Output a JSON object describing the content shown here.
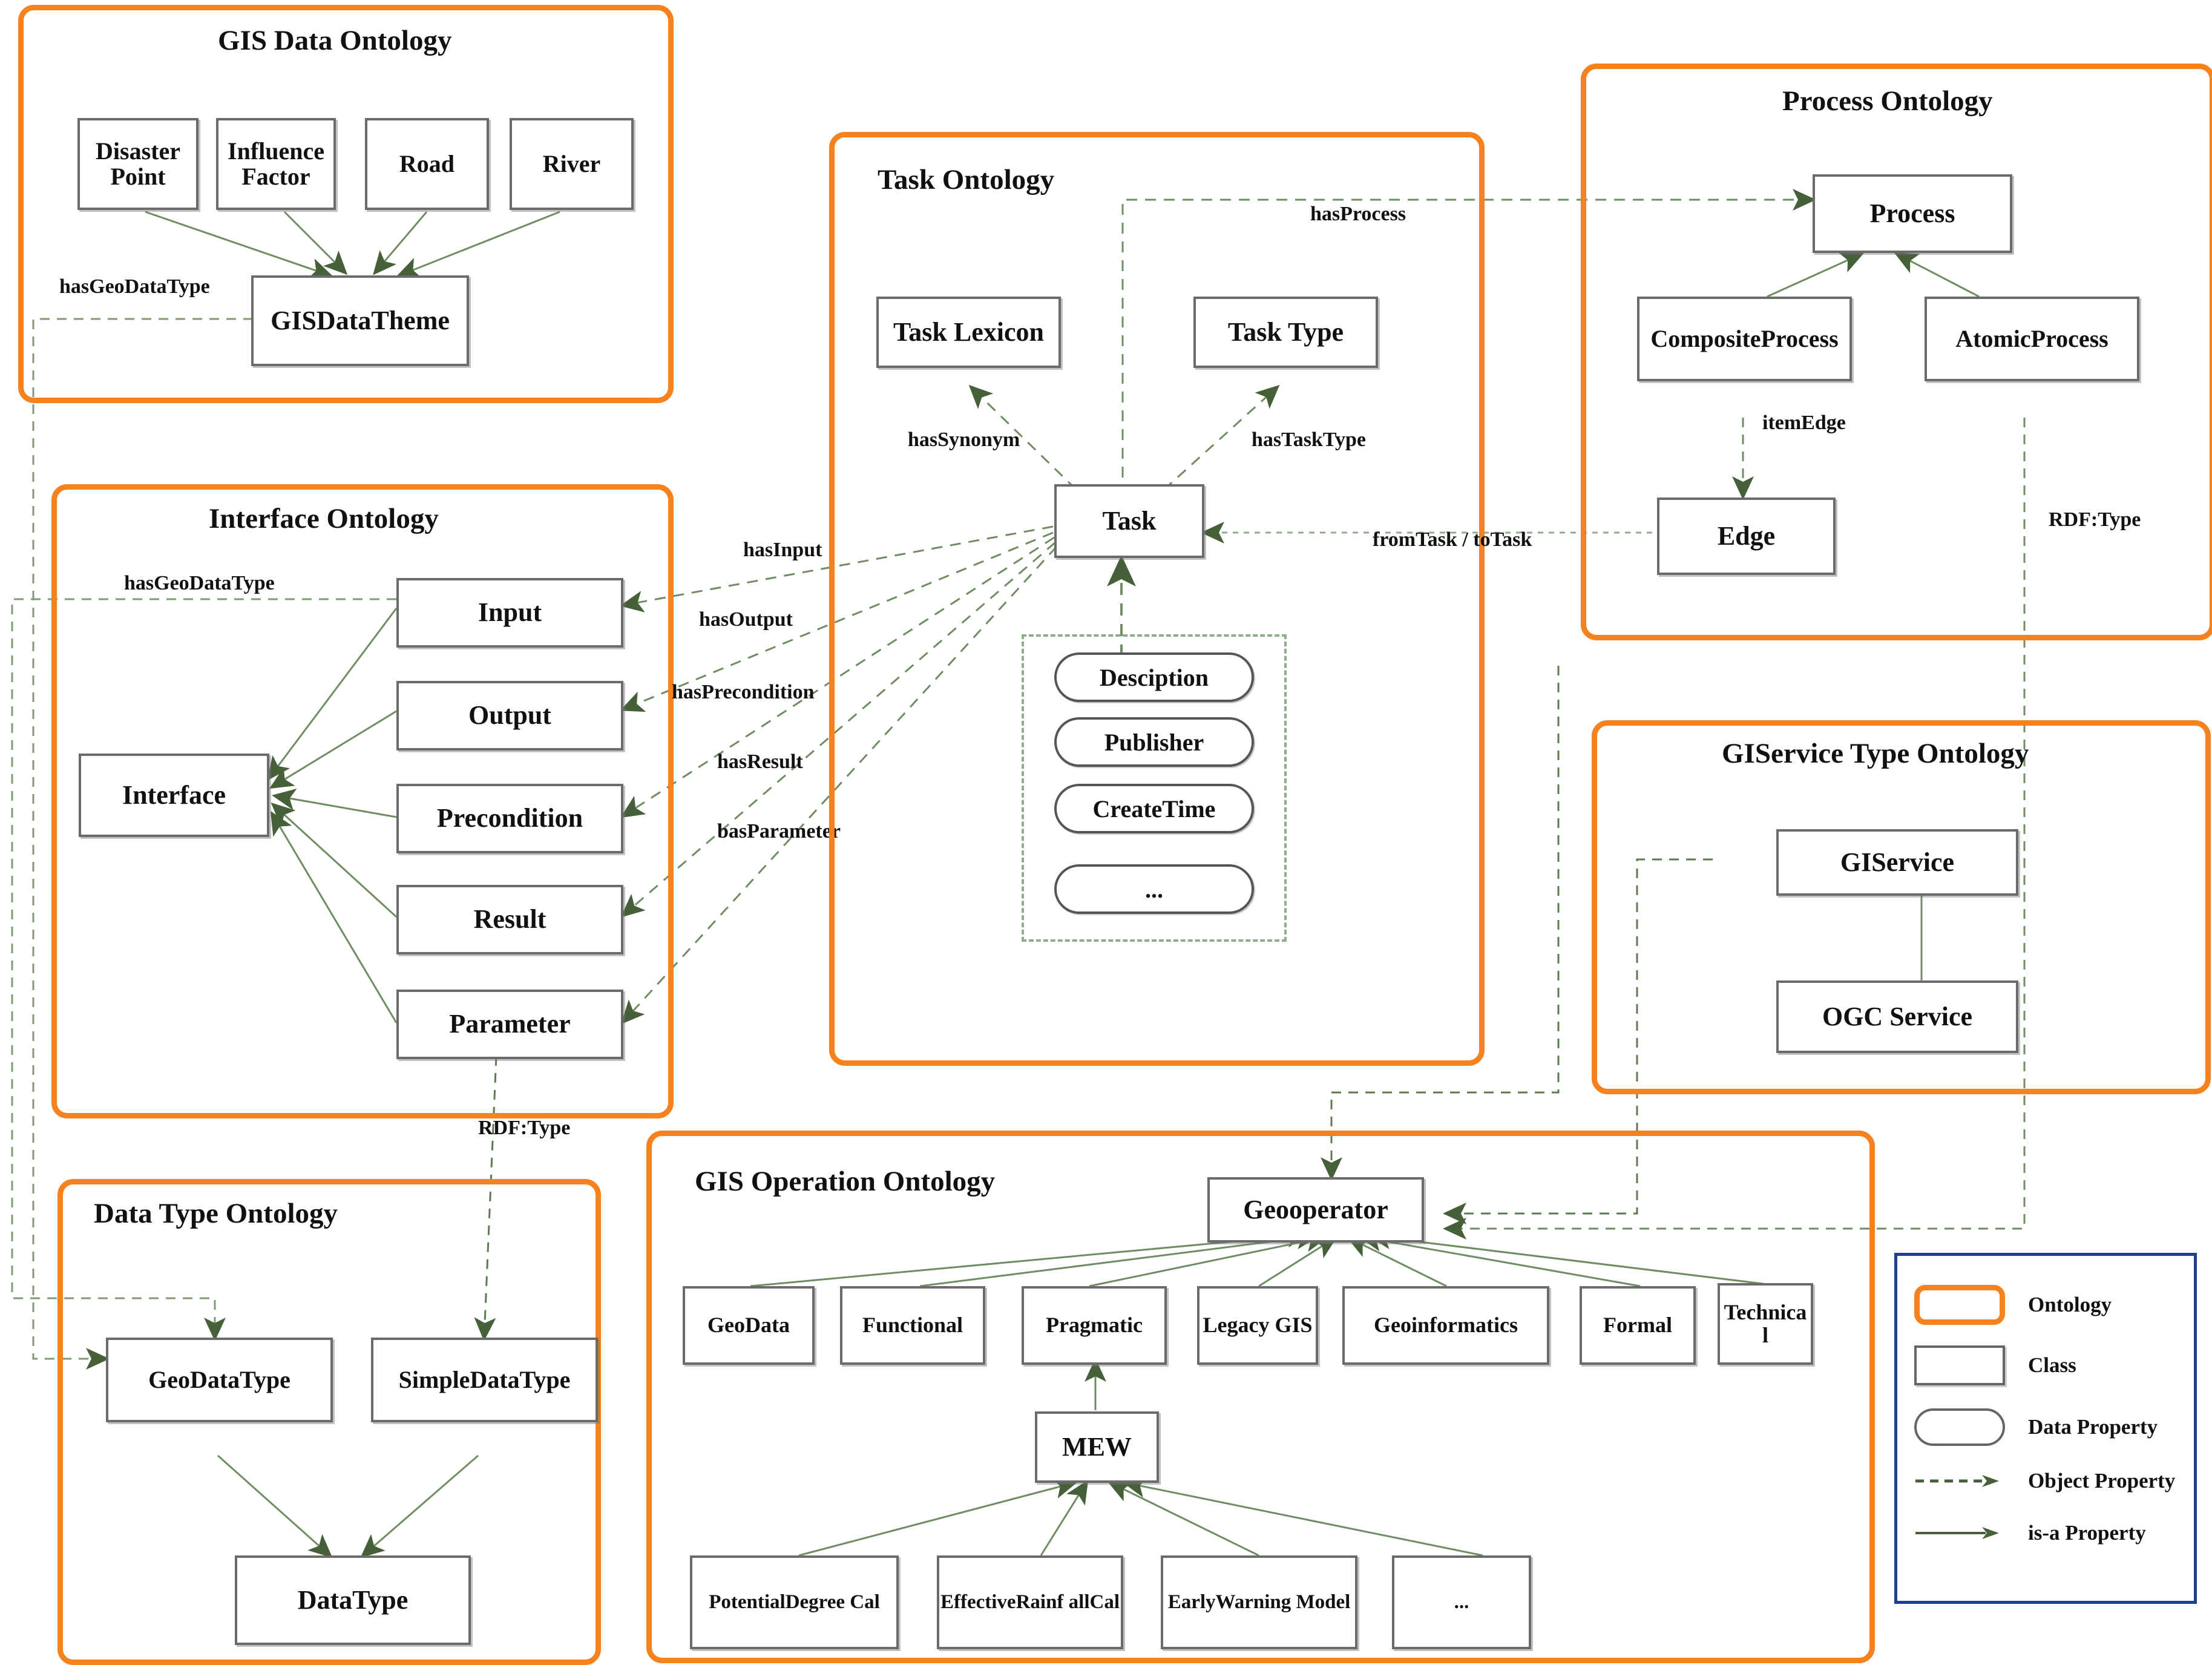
{
  "colors": {
    "ontology_border": "#f5821f",
    "class_border": "#6b6b6b",
    "arrow_green": "#46603a",
    "arrow_green_light": "#8fad8a",
    "legend_border": "#1f3f8f"
  },
  "ontologies": {
    "gis_data": {
      "title": "GIS Data Ontology",
      "classes": [
        "Disaster Point",
        "Influence Factor",
        "Road",
        "River",
        "GISDataTheme"
      ]
    },
    "task": {
      "title": "Task Ontology",
      "classes": [
        "Task Lexicon",
        "Task Type",
        "Task"
      ],
      "data_properties": [
        "Desciption",
        "Publisher",
        "CreateTime",
        "..."
      ]
    },
    "process": {
      "title": "Process Ontology",
      "classes": [
        "Process",
        "CompositeProcess",
        "AtomicProcess",
        "Edge"
      ]
    },
    "interface": {
      "title": "Interface Ontology",
      "classes": [
        "Interface",
        "Input",
        "Output",
        "Precondition",
        "Result",
        "Parameter"
      ]
    },
    "giservice": {
      "title": "GIService Type Ontology",
      "classes": [
        "GIService",
        "OGC Service"
      ]
    },
    "data_type": {
      "title": "Data Type Ontology",
      "classes": [
        "GeoDataType",
        "SimpleDataType",
        "DataType"
      ]
    },
    "gis_operation": {
      "title": "GIS Operation Ontology",
      "root": "Geooperator",
      "categories": [
        "GeoData",
        "Functional",
        "Pragmatic",
        "Legacy GIS",
        "Geoinformatics",
        "Formal",
        "Technica l"
      ],
      "model": "MEW",
      "model_children": [
        "PotentialDegree Cal",
        "EffectiveRainf allCal",
        "EarlyWarning Model",
        "..."
      ]
    }
  },
  "edge_labels": {
    "has_geo_data_type_top": "hasGeoDataType",
    "has_geo_data_type_mid": "hasGeoDataType",
    "has_process": "hasProcess",
    "has_synonym": "hasSynonym",
    "has_task_type": "hasTaskType",
    "from_to_task": "fromTask / toTask",
    "item_edge": "itemEdge",
    "rdf_type_process": "RDF:Type",
    "rdf_type_param": "RDF:Type",
    "has_input": "hasInput",
    "has_output": "hasOutput",
    "has_precondition": "hasPrecondition",
    "has_result": "hasResult",
    "has_parameter": "basParameter"
  },
  "legend": {
    "items": [
      {
        "label": "Ontology",
        "shape": "rounded-orange-rect"
      },
      {
        "label": "Class",
        "shape": "gray-rect"
      },
      {
        "label": "Data Property",
        "shape": "stadium"
      },
      {
        "label": "Object Property",
        "shape": "dashed-arrow"
      },
      {
        "label": "is-a Property",
        "shape": "solid-arrow"
      }
    ]
  }
}
